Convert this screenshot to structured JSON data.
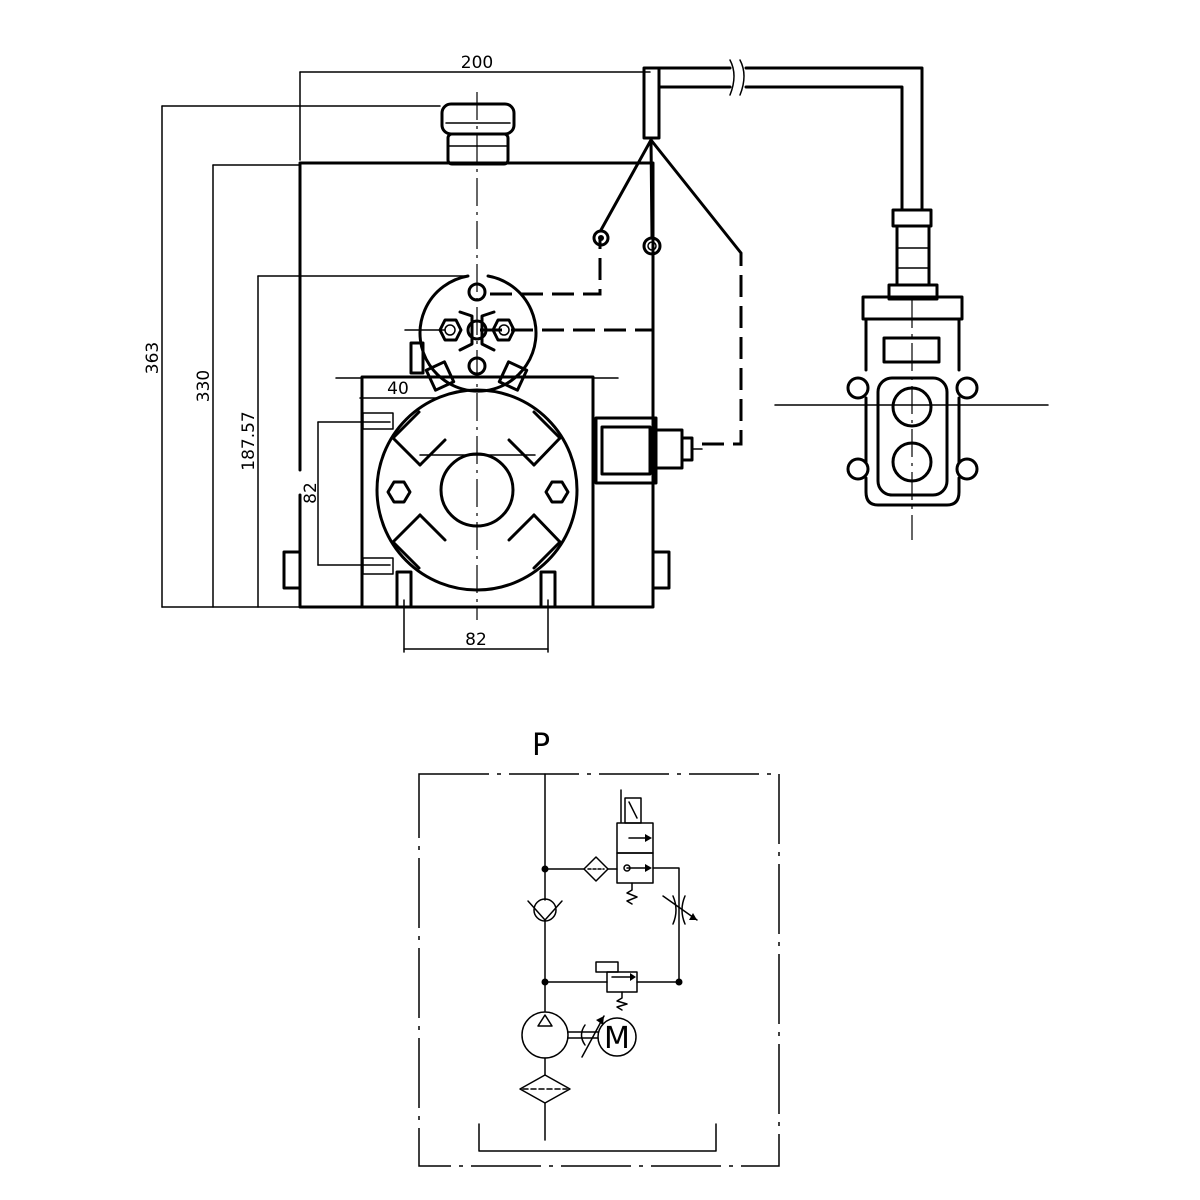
{
  "dimensions": {
    "overall_width": "200",
    "overall_height": "363",
    "tank_height": "330",
    "mount_height": "187.57",
    "offset": "40",
    "vertical_spacing": "82",
    "horizontal_spacing": "82"
  },
  "schematic": {
    "port_label": "P",
    "motor_label": "M"
  }
}
